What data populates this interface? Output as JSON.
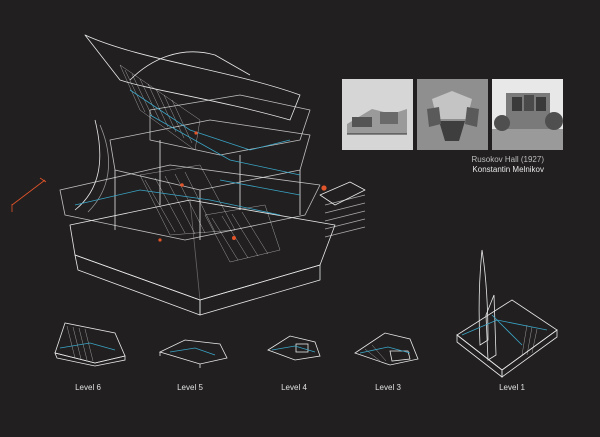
{
  "project": {
    "title": "Rusokov Hall (1927)",
    "architect": "Konstantin Melnikov"
  },
  "levels": [
    {
      "label": "Level 6"
    },
    {
      "label": "Level 5"
    },
    {
      "label": "Level 4"
    },
    {
      "label": "Level 3"
    },
    {
      "label": "Level 1"
    }
  ],
  "colors": {
    "background": "#211f1f",
    "linework": "#e8e8e8",
    "accent_cyan": "#3aa6c8",
    "accent_orange": "#e2542a"
  }
}
